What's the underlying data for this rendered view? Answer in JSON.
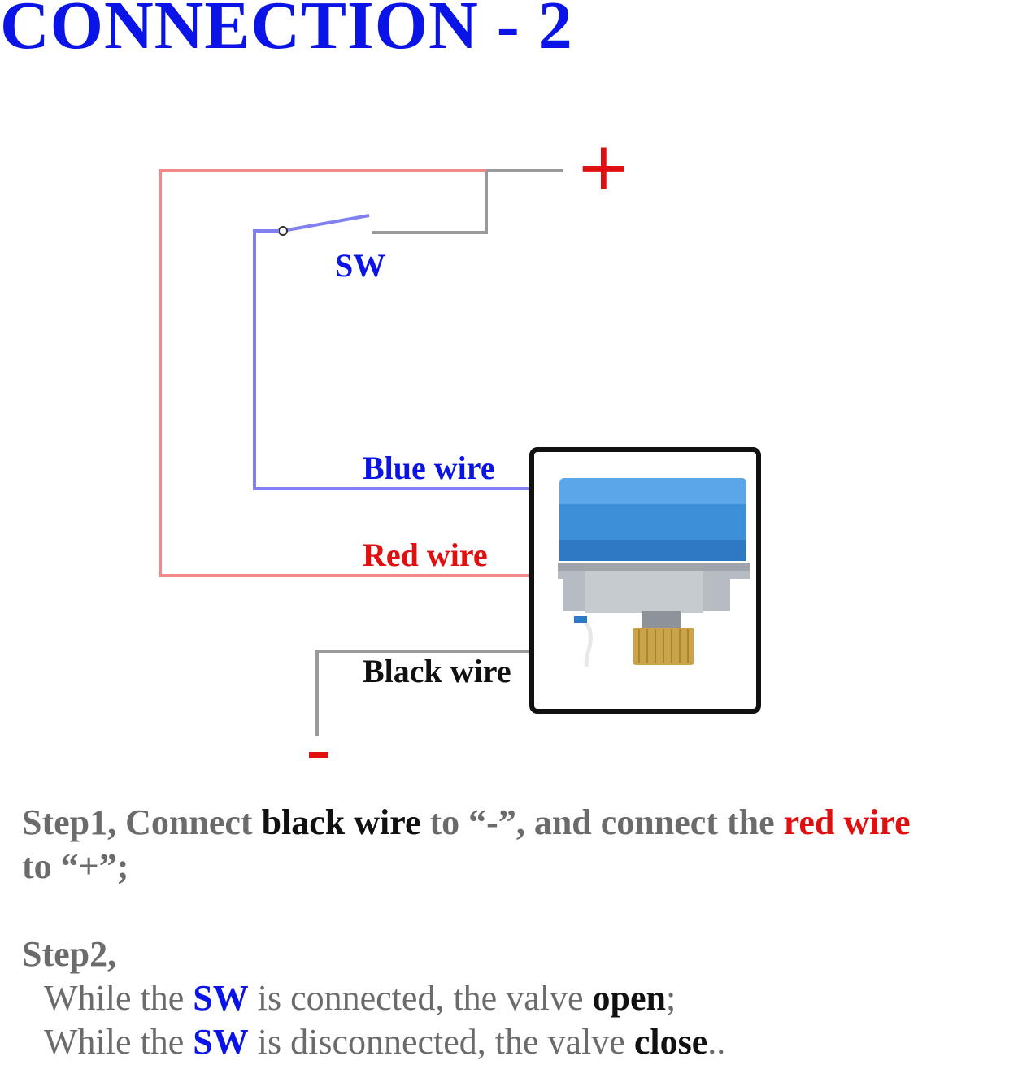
{
  "title": "CONNECTION - 2",
  "colors": {
    "title": "#0a14e6",
    "red_wire": "#f08a8a",
    "blue_wire": "#8080f0",
    "black_wire": "#9a9a9a",
    "plus": "#e01010",
    "minus": "#e01010"
  },
  "diagram": {
    "plus_label": "+",
    "minus_label": "-",
    "switch_label": "SW",
    "blue_wire_label": "Blue wire",
    "red_wire_label": "Red wire",
    "black_wire_label": "Black wire",
    "device": "blue-electric-actuator-valve"
  },
  "steps": {
    "step1": {
      "p1": "Step1, Connect ",
      "p2": "black wire",
      "p3": " to “-”, and connect the ",
      "p4": "red wire",
      "p5": "to “+”;"
    },
    "step2": {
      "heading": "Step2,",
      "line1": {
        "a": "While the ",
        "sw": "SW",
        "b": " is connected, the valve ",
        "state": "open",
        "end": ";"
      },
      "line2": {
        "a": "While the ",
        "sw": "SW",
        "b": " is disconnected, the valve ",
        "state": "close",
        "end": ".."
      }
    }
  }
}
